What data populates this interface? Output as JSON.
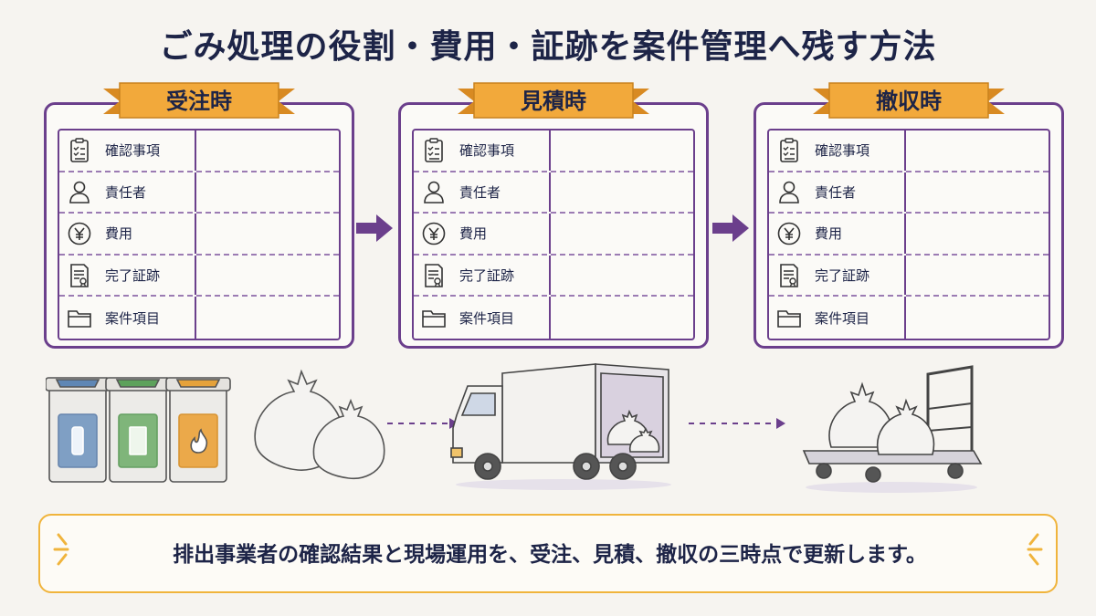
{
  "title": "ごみ処理の役割・費用・証跡を案件管理へ残す方法",
  "panels": [
    {
      "heading": "受注時",
      "rows": [
        "確認事項",
        "責任者",
        "費用",
        "完了証跡",
        "案件項目"
      ]
    },
    {
      "heading": "見積時",
      "rows": [
        "確認事項",
        "責任者",
        "費用",
        "完了証跡",
        "案件項目"
      ]
    },
    {
      "heading": "撤収時",
      "rows": [
        "確認事項",
        "責任者",
        "費用",
        "完了証跡",
        "案件項目"
      ]
    }
  ],
  "row_icons": [
    "checklist-icon",
    "person-icon",
    "yen-coin-icon",
    "certificate-icon",
    "folder-icon"
  ],
  "footer_note": "排出事業者の確認結果と現場運用を、受注、見積、撤収の三時点で更新します。",
  "colors": {
    "frame_purple": "#6b3f8c",
    "ribbon_orange": "#f2a93b",
    "note_border": "#f0b43c",
    "title_navy": "#1d2447"
  }
}
